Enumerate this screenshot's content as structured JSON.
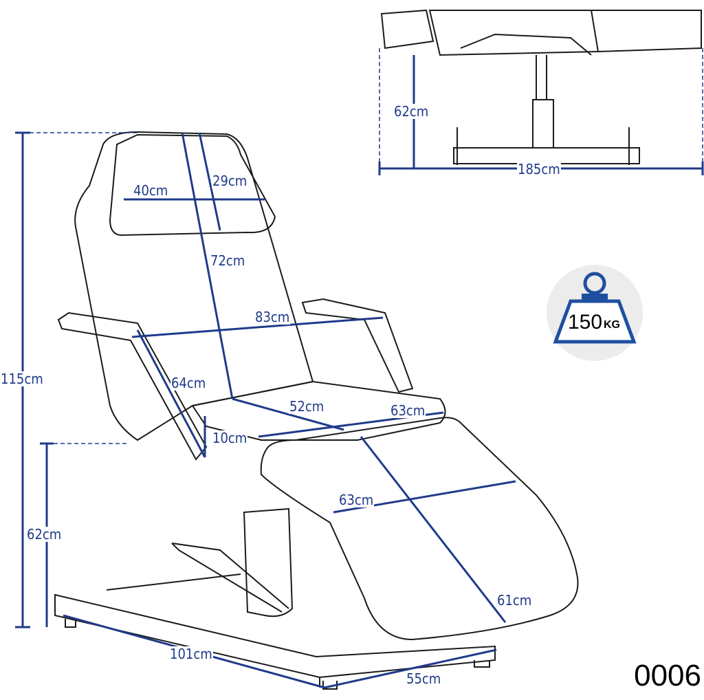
{
  "dimensions": {
    "total_height": "115cm",
    "seat_height": "62cm",
    "headrest_width": "40cm",
    "headrest_height": "29cm",
    "backrest_length": "72cm",
    "width_with_armrests": "83cm",
    "armrest_length": "64cm",
    "seat_depth": "52cm",
    "seat_width": "63cm",
    "seat_thickness": "10cm",
    "leg_rest_width": "63cm",
    "leg_rest_length": "61cm",
    "base_length": "101cm",
    "base_width": "55cm",
    "flat_height": "62cm",
    "flat_length": "185cm"
  },
  "weight_badge": {
    "value": "150",
    "unit": "KG"
  },
  "product_code": "0006",
  "colors": {
    "dimension": "#1f3a8a",
    "outline": "#1a1a1a",
    "badge_bg": "#ececec"
  }
}
